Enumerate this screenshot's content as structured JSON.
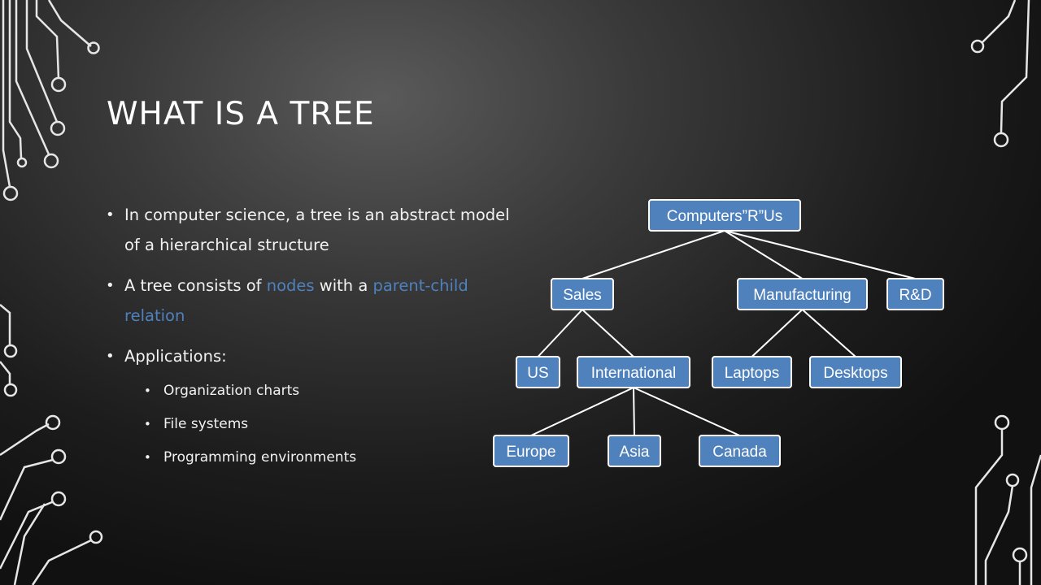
{
  "slide": {
    "title": "WHAT IS A TREE",
    "bullets": [
      {
        "parts": [
          {
            "text": "In computer science, a tree is an abstract model of a hierarchical structure",
            "highlight": false
          }
        ]
      },
      {
        "parts": [
          {
            "text": "A tree consists of ",
            "highlight": false
          },
          {
            "text": "nodes",
            "highlight": true
          },
          {
            "text": " with a ",
            "highlight": false
          },
          {
            "text": "parent-child relation",
            "highlight": true
          }
        ]
      },
      {
        "parts": [
          {
            "text": "Applications:",
            "highlight": false
          }
        ],
        "sub": [
          "Organization charts",
          "File systems",
          "Programming environments"
        ]
      }
    ],
    "highlight_color": "#4f81bd"
  },
  "tree": {
    "node_color": "#4f81bd",
    "nodes": [
      {
        "id": "root",
        "label": "Computers”R”Us"
      },
      {
        "id": "sales",
        "label": "Sales",
        "parent": "root"
      },
      {
        "id": "manufacturing",
        "label": "Manufacturing",
        "parent": "root"
      },
      {
        "id": "rd",
        "label": "R&D",
        "parent": "root"
      },
      {
        "id": "us",
        "label": "US",
        "parent": "sales"
      },
      {
        "id": "international",
        "label": "International",
        "parent": "sales"
      },
      {
        "id": "laptops",
        "label": "Laptops",
        "parent": "manufacturing"
      },
      {
        "id": "desktops",
        "label": "Desktops",
        "parent": "manufacturing"
      },
      {
        "id": "europe",
        "label": "Europe",
        "parent": "international"
      },
      {
        "id": "asia",
        "label": "Asia",
        "parent": "international"
      },
      {
        "id": "canada",
        "label": "Canada",
        "parent": "international"
      }
    ]
  }
}
